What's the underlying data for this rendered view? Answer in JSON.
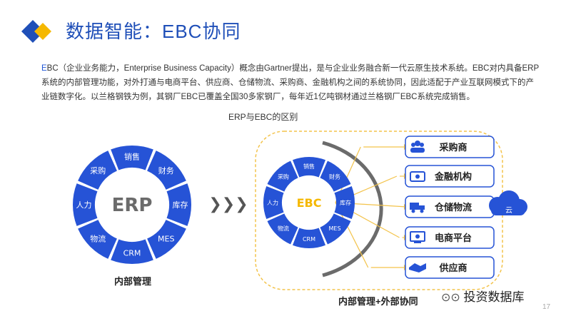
{
  "title": "数据智能：EBC协同",
  "intro": {
    "first_letter": "E",
    "text": "BC（企业业务能力，Enterprise Business Capacity）概念由Gartner提出，是与企业业务融合新一代云原生技术系统。EBC对内具备ERP系统的内部管理功能，对外打通与电商平台、供应商、仓储物流、采购商、金融机构之间的系统协同，因此适配于产业互联网模式下的产业链数字化。以兰格钢铁为例，其钢厂EBC已覆盖全国30多家钢厂，每年近1亿吨钢材通过兰格钢厂EBC系统完成销售。"
  },
  "diagram_title": "ERP与EBC的区别",
  "erp": {
    "center": "ERP",
    "segments": [
      "采购",
      "销售",
      "财务",
      "库存",
      "MES",
      "CRM",
      "物流",
      "人力"
    ],
    "caption": "内部管理"
  },
  "ebc": {
    "center": "EBC",
    "segments": [
      "采购",
      "销售",
      "财务",
      "库存",
      "MES",
      "CRM",
      "物流",
      "人力"
    ],
    "caption": "内部管理+外部协同",
    "partners": [
      {
        "label": "采购商",
        "icon": "people-icon"
      },
      {
        "label": "金融机构",
        "icon": "money-icon"
      },
      {
        "label": "仓储物流",
        "icon": "truck-icon"
      },
      {
        "label": "电商平台",
        "icon": "monitor-icon"
      },
      {
        "label": "供应商",
        "icon": "handshake-icon"
      }
    ],
    "cloud_label": "云"
  },
  "arrows": "❯❯❯",
  "watermark": "投资数据库",
  "page_number": "17",
  "colors": {
    "primary": "#1f4fb8",
    "ring": "#2653d6",
    "accent": "#f5b800",
    "dash": "#f3c34a"
  }
}
